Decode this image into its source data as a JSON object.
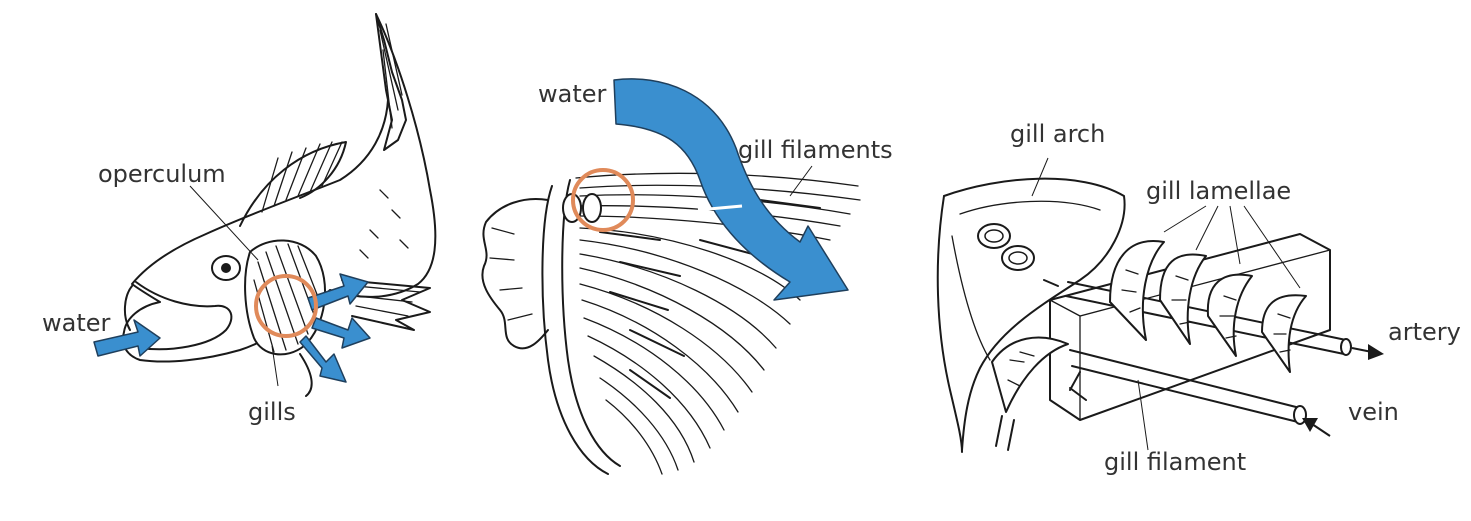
{
  "labels": {
    "fish_water": "water",
    "operculum": "operculum",
    "gills": "gills",
    "flow_water": "water",
    "gill_filaments": "gill filaments",
    "gill_arch": "gill arch",
    "gill_lamellae": "gill lamellae",
    "artery": "artery",
    "vein": "vein",
    "gill_filament": "gill filament"
  },
  "colors": {
    "water_arrow": "#3a8fcf",
    "highlight_ring": "#e08a5a",
    "line_art": "#1a1a1a",
    "label_text": "#333333",
    "background": "#ffffff"
  }
}
